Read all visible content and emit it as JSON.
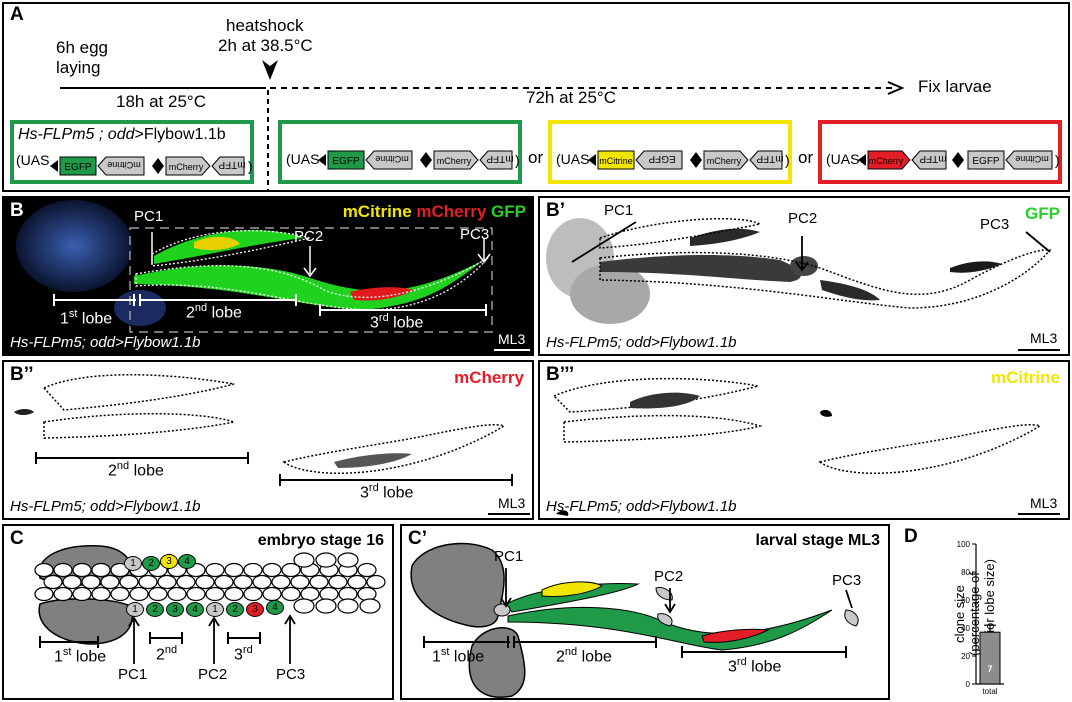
{
  "panel_labels": {
    "A": "A",
    "B": "B",
    "B1": "B’",
    "B2": "B’’",
    "B3": "B’’’",
    "C": "C",
    "C1": "C’",
    "D": "D"
  },
  "panelA": {
    "egg_laying_1": "6h egg",
    "egg_laying_2": "laying",
    "heatshock_1": "heatshock",
    "heatshock_2": "2h at 38.5°C",
    "incubation_1": "18h at 25°C",
    "incubation_2": "72h at 25°C",
    "fix": "Fix larvae",
    "genotype_hs": "Hs-FLPm5 ;",
    "genotype_odd": "odd",
    "genotype_rest": ">Flybow1.1b",
    "or": "or",
    "uas": "UAS",
    "egfp": "EGFP",
    "mcitrine": "mCitrine",
    "mcherry": "mCherry",
    "mtfp": "mTFP",
    "colors": {
      "green": "#1f9a48",
      "yellow": "#f2e600",
      "red": "#e41e26"
    }
  },
  "panelB": {
    "mcitrine": "mCitrine",
    "mcherry": "mCherry",
    "gfp": "GFP",
    "pc1": "PC1",
    "pc2": "PC2",
    "pc3": "PC3",
    "lobe1_num": "1",
    "lobe1_sup": "st",
    "lobe1_word": "lobe",
    "lobe2_num": "2",
    "lobe2_sup": "nd",
    "lobe2_word": "lobe",
    "lobe3_num": "3",
    "lobe3_sup": "rd",
    "lobe3_word": "lobe",
    "genotype": "Hs-FLPm5; odd>Flybow1.1b",
    "stage": "ML3"
  },
  "panelB1": {
    "channel": "GFP",
    "pc1": "PC1",
    "pc2": "PC2",
    "pc3": "PC3",
    "genotype": "Hs-FLPm5; odd>Flybow1.1b",
    "stage": "ML3"
  },
  "panelB2": {
    "channel": "mCherry",
    "lobe2_num": "2",
    "lobe2_sup": "nd",
    "lobe2_word": "lobe",
    "lobe3_num": "3",
    "lobe3_sup": "rd",
    "lobe3_word": "lobe",
    "genotype": "Hs-FLPm5; odd>Flybow1.1b",
    "stage": "ML3"
  },
  "panelB3": {
    "channel": "mCitrine",
    "genotype": "Hs-FLPm5; odd>Flybow1.1b",
    "stage": "ML3"
  },
  "panelC": {
    "title": "embryo stage 16",
    "cells_top": [
      "1",
      "2",
      "3",
      "4"
    ],
    "cells_bottom": [
      "1",
      "2",
      "3",
      "4",
      "1",
      "2",
      "3",
      "4"
    ],
    "lobe1_num": "1",
    "lobe1_sup": "st",
    "lobe1_word": "lobe",
    "lobe2_num": "2",
    "lobe2_sup": "nd",
    "lobe3_num": "3",
    "lobe3_sup": "rd",
    "pc1": "PC1",
    "pc2": "PC2",
    "pc3": "PC3"
  },
  "panelC1": {
    "title": "larval stage ML3",
    "pc1": "PC1",
    "pc2": "PC2",
    "pc3": "PC3",
    "lobe1_num": "1",
    "lobe1_sup": "st",
    "lobe1_word": "lobe",
    "lobe2_num": "2",
    "lobe2_sup": "nd",
    "lobe2_word": "lobe",
    "lobe3_num": "3",
    "lobe3_sup": "rd",
    "lobe3_word": "lobe"
  },
  "panelD": {
    "chart_data": {
      "type": "bar",
      "categories": [
        "total"
      ],
      "values": [
        37
      ],
      "error": [
        5
      ],
      "n_label": "7",
      "ylabel": "clone size (percentage of posterior lobe size)",
      "ylabel_1": "clone size",
      "ylabel_2": "(percentage of",
      "ylabel_3": "posterior lobe size)",
      "ylim": [
        0,
        100
      ],
      "yticks": [
        "0",
        "20",
        "40",
        "60",
        "80",
        "100"
      ]
    }
  }
}
